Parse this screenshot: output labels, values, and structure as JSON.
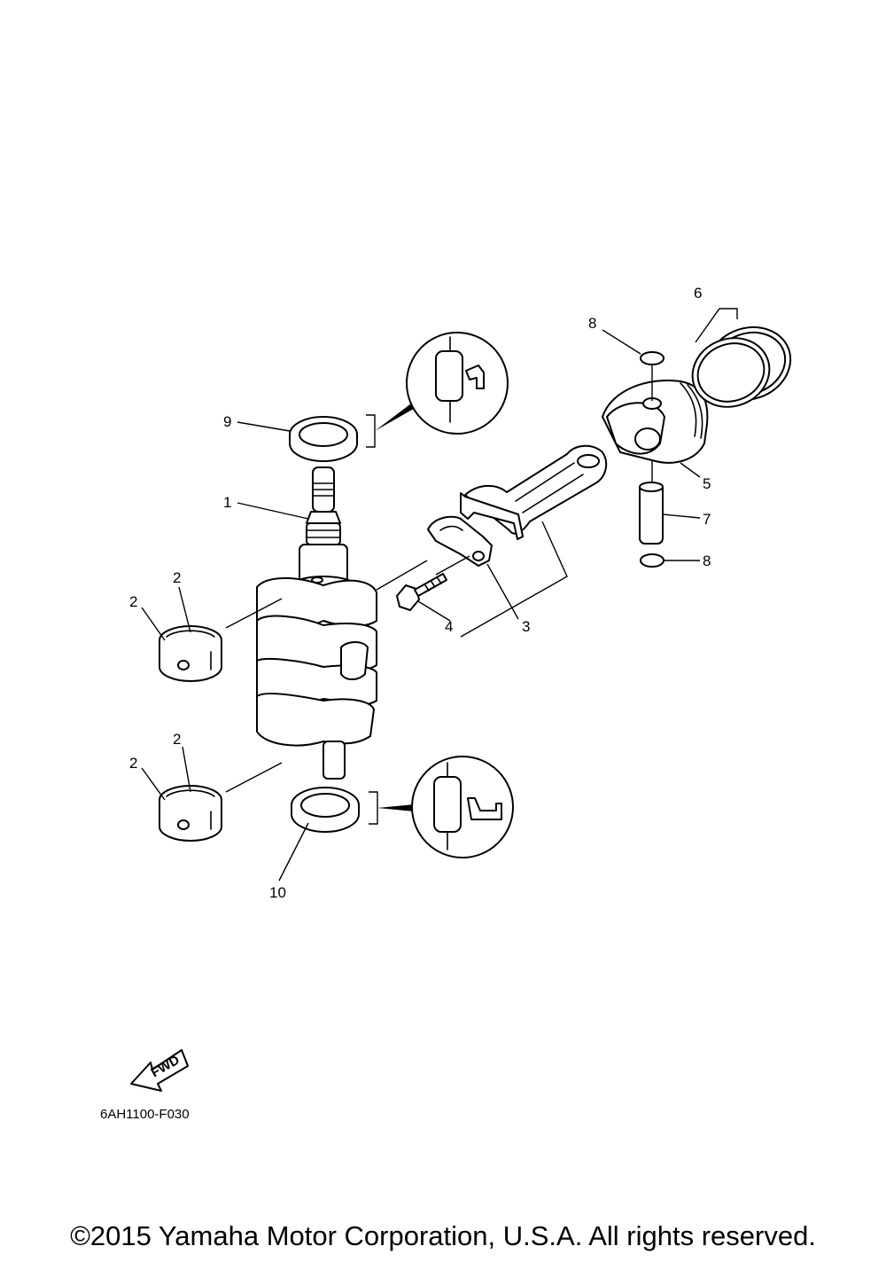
{
  "diagram": {
    "callouts": {
      "crankshaft": "1",
      "bearing_a1": "2",
      "bearing_a2": "2",
      "bearing_b1": "2",
      "bearing_b2": "2",
      "connecting_rod": "3",
      "bolt": "4",
      "piston": "5",
      "piston_ring_set": "6",
      "piston_pin": "7",
      "clip_top": "8",
      "clip_bottom": "8",
      "oil_seal_top": "9",
      "oil_seal_bottom": "10"
    },
    "fwd_label": "FWD",
    "figure_code": "6AH1100-F030"
  },
  "footer": {
    "copyright": "©2015 Yamaha Motor Corporation, U.S.A. All rights reserved."
  }
}
